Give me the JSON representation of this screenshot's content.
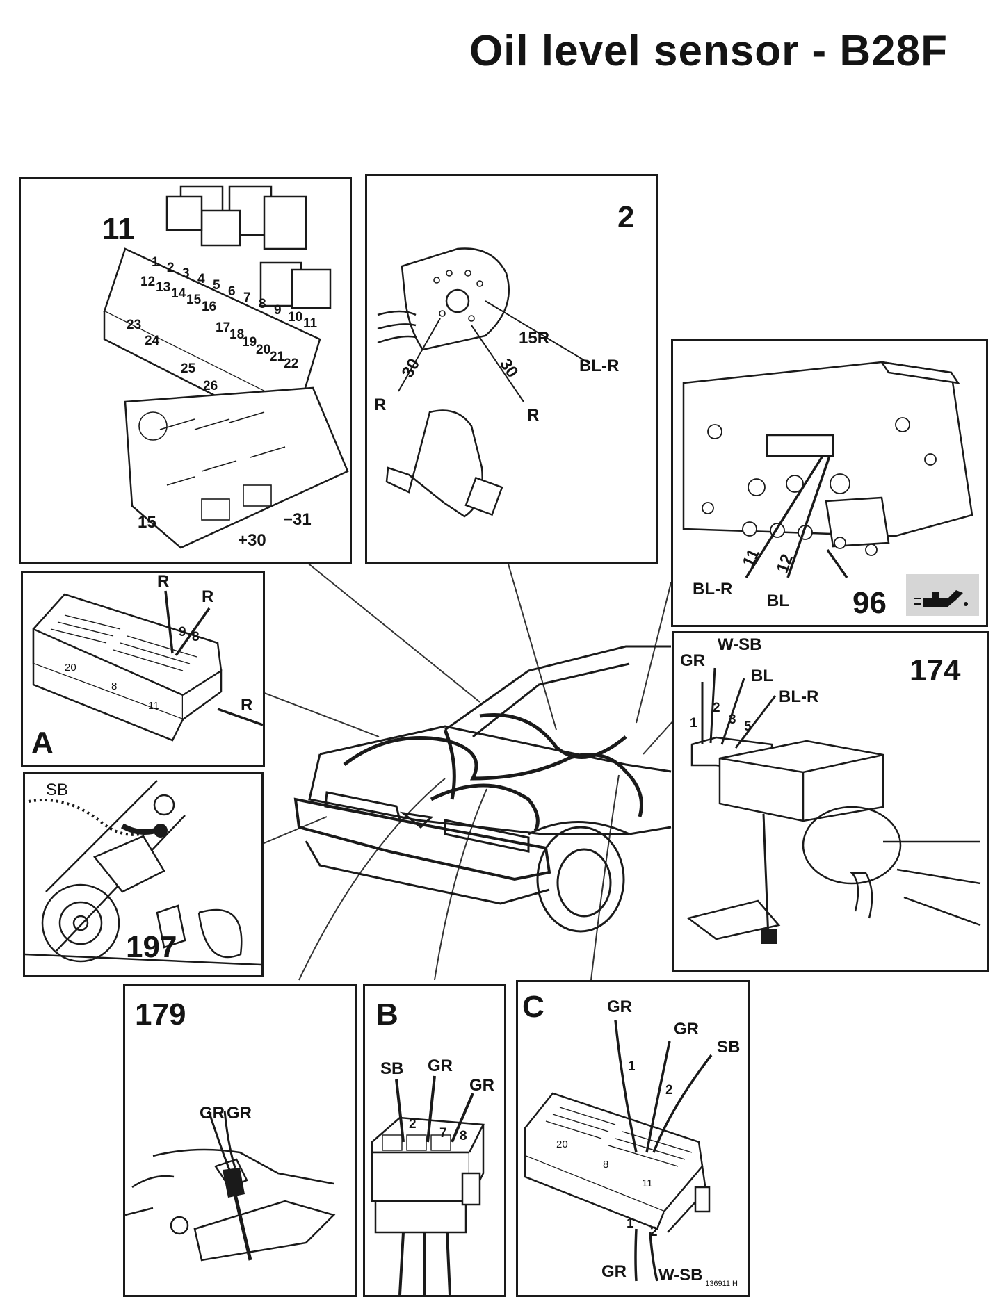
{
  "title": "Oil level sensor - B28F",
  "figure_ref": "136911 H",
  "panels": {
    "p11": {
      "id": "11",
      "fuses": [
        "1",
        "2",
        "3",
        "4",
        "5",
        "6",
        "7",
        "8",
        "9",
        "10",
        "11",
        "12",
        "13",
        "14",
        "15",
        "16",
        "17",
        "18",
        "19",
        "20",
        "21",
        "22",
        "23",
        "24",
        "25",
        "26"
      ],
      "labels": [
        "15",
        "+30",
        "−31"
      ]
    },
    "p2": {
      "id": "2",
      "terminals": [
        "30",
        "30"
      ],
      "wires": [
        "15R",
        "BL-R",
        "R",
        "R"
      ]
    },
    "p96": {
      "id": "96",
      "pins": [
        "11",
        "12"
      ],
      "wires": [
        "BL-R",
        "BL"
      ],
      "icon": "oil-can-icon"
    },
    "pA": {
      "id": "A",
      "pins": [
        "9",
        "8",
        "20",
        "8",
        "11"
      ],
      "wires": [
        "R",
        "R",
        "R"
      ]
    },
    "p174": {
      "id": "174",
      "pins": [
        "1",
        "2",
        "3",
        "5"
      ],
      "wires": [
        "GR",
        "W-SB",
        "BL",
        "BL-R"
      ]
    },
    "p197": {
      "id": "197",
      "wires": [
        "SB"
      ]
    },
    "p179": {
      "id": "179",
      "wires": [
        "GR",
        "GR"
      ]
    },
    "pB": {
      "id": "B",
      "pins": [
        "2",
        "7",
        "8"
      ],
      "wires": [
        "SB",
        "GR",
        "GR"
      ]
    },
    "pC": {
      "id": "C",
      "pins": [
        "1",
        "2",
        "20",
        "8",
        "11",
        "1",
        "2"
      ],
      "wires": [
        "GR",
        "GR",
        "SB",
        "GR",
        "W-SB"
      ]
    }
  },
  "colors": {
    "ink": "#141414",
    "paper": "#ffffff",
    "shade": "#8a8a8a"
  }
}
